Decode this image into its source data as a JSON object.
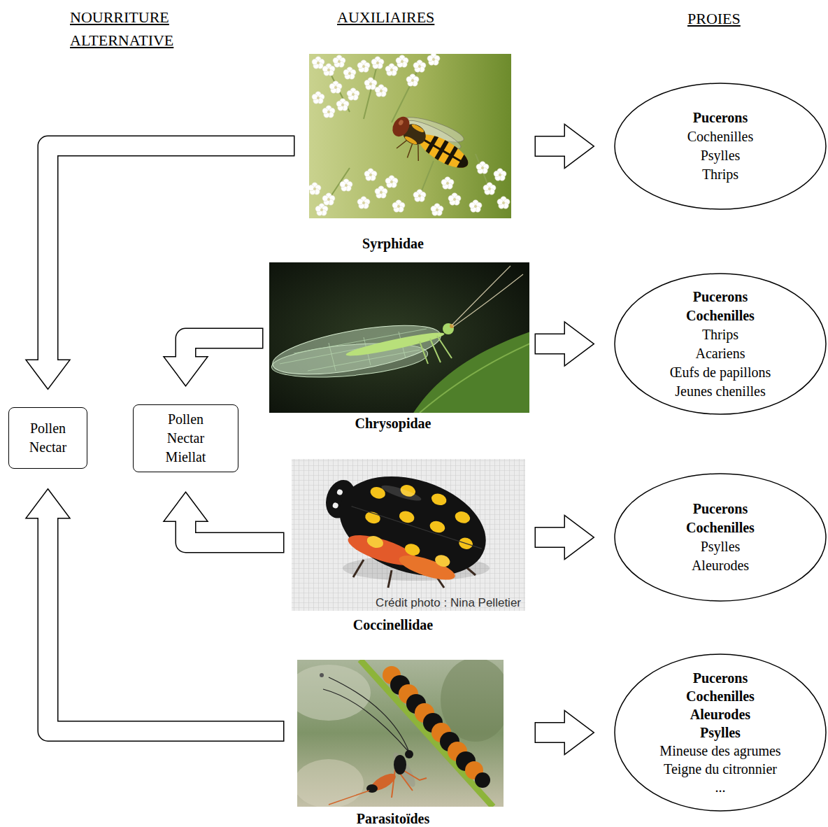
{
  "diagram": {
    "nodes": [
      {
        "text": [
          "Syrphidae"
        ]
      },
      {
        "text": [
          "Pucerons",
          "Cochenilles",
          "Psylles",
          "Thrips"
        ]
      },
      {
        "text": [
          "Chrysopidae"
        ]
      },
      {
        "text": [
          "Pucerons",
          "Cochenilles",
          "Thrips",
          "Acariens",
          "Œufs de papillons",
          "Jeunes chenilles"
        ]
      },
      {
        "text": [
          "Pollen",
          "Nectar"
        ]
      },
      {
        "text": [
          "Pollen",
          "Nectar",
          "Miellat"
        ]
      },
      {
        "text": [
          "Crédit photo : Nina Pelletier",
          "Coccinellidae"
        ]
      },
      {
        "text": [
          "Pucerons",
          "Cochenilles",
          "Psylles",
          "Aleurodes"
        ]
      },
      {
        "text": [
          "Parasitoïdes"
        ]
      },
      {
        "text": [
          "Pucerons",
          "Cochenilles",
          "Aleurodes",
          "Psylles",
          "Mineuse des agrumes",
          "Teigne du citronnier",
          "..."
        ]
      }
    ],
    "edges": [
      {
        "from": 0,
        "to": 1,
        "arrow": "to"
      },
      {
        "from": 0,
        "to": 4,
        "arrow": "to"
      },
      {
        "from": 2,
        "to": 3,
        "arrow": "to"
      },
      {
        "from": 2,
        "to": 5,
        "arrow": "to"
      },
      {
        "from": 6,
        "to": 7,
        "arrow": "to"
      },
      {
        "from": 6,
        "to": 5,
        "arrow": "to"
      },
      {
        "from": 8,
        "to": 9,
        "arrow": "to"
      },
      {
        "from": 8,
        "to": 4,
        "arrow": "to"
      }
    ],
    "labels": [
      "NOURRITURE ALTERNATIVE",
      "AUXILIAIRES",
      "PROIES"
    ]
  }
}
